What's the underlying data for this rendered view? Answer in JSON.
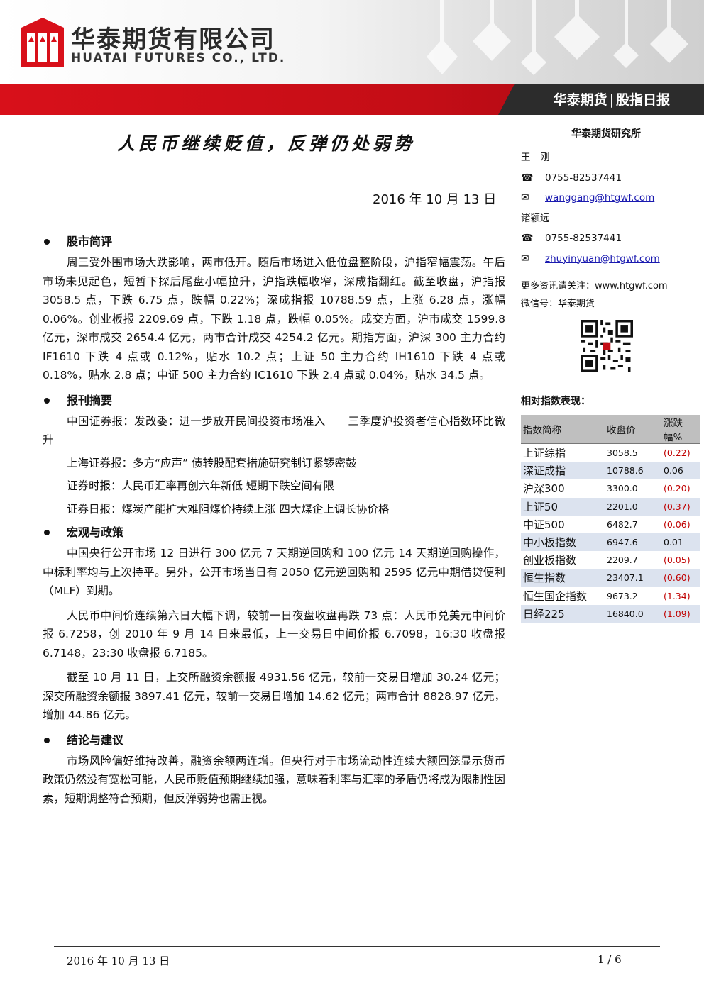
{
  "header": {
    "company_cn": "华泰期货有限公司",
    "company_en": "HUATAI FUTURES CO., LTD.",
    "brand": "华泰期货",
    "separator": "|",
    "report_type": "股指日报"
  },
  "title": "人民币继续贬值，反弹仍处弱势",
  "date": "2016 年 10 月 13 日",
  "sections": [
    {
      "heading": "股市简评",
      "paragraphs": [
        "周三受外围市场大跌影响，两市低开。随后市场进入低位盘整阶段，沪指窄幅震荡。午后市场未见起色，短暂下探后尾盘小幅拉升，沪指跌幅收窄，深成指翻红。截至收盘，沪指报 3058.5 点，下跌 6.75 点，跌幅 0.22%；深成指报 10788.59 点，上涨 6.28 点，涨幅 0.06%。创业板报 2209.69 点，下跌 1.18 点，跌幅 0.05%。成交方面，沪市成交 1599.8 亿元，深市成交 2654.4 亿元，两市合计成交 4254.2 亿元。期指方面，沪深 300 主力合约 IF1610 下跌 4 点或 0.12%，贴水 10.2 点；上证 50 主力合约 IH1610 下跌 4 点或 0.18%，贴水 2.8 点；中证 500 主力合约 IC1610 下跌 2.4 点或 0.04%，贴水 34.5 点。"
      ]
    },
    {
      "heading": "报刊摘要",
      "paragraphs": [
        "中国证券报：发改委：进一步放开民间投资市场准入　　三季度沪投资者信心指数环比微升",
        "上海证券报：多方“应声” 债转股配套措施研究制订紧锣密鼓",
        "证券时报：人民币汇率再创六年新低 短期下跌空间有限",
        "证券日报：煤炭产能扩大难阻煤价持续上涨 四大煤企上调长协价格"
      ]
    },
    {
      "heading": "宏观与政策",
      "paragraphs": [
        "中国央行公开市场 12 日进行 300 亿元 7 天期逆回购和 100 亿元 14 天期逆回购操作，中标利率均与上次持平。另外，公开市场当日有 2050 亿元逆回购和 2595 亿元中期借贷便利（MLF）到期。",
        "人民币中间价连续第六日大幅下调，较前一日夜盘收盘再跌 73 点：人民币兑美元中间价报 6.7258，创 2010 年 9 月 14 日来最低，上一交易日中间价报 6.7098，16:30 收盘报 6.7148，23:30 收盘报 6.7185。",
        "截至 10 月 11 日，上交所融资余额报 4931.56 亿元，较前一交易日增加 30.24 亿元；深交所融资余额报 3897.41 亿元，较前一交易日增加 14.62 亿元；两市合计 8828.97 亿元，增加 44.86 亿元。"
      ]
    },
    {
      "heading": "结论与建议",
      "paragraphs": [
        "市场风险偏好维持改善，融资余额两连增。但央行对于市场流动性连续大额回笼显示货币政策仍然没有宽松可能，人民币贬值预期继续加强，意味着利率与汇率的矛盾仍将成为限制性因素，短期调整符合预期，但反弹弱势也需正视。"
      ]
    }
  ],
  "sidebar": {
    "institute": "华泰期货研究所",
    "analysts": [
      {
        "name": "王　刚",
        "phone": "0755-82537441",
        "email": "wanggang@htgwf.com"
      },
      {
        "name": "诸颖远",
        "phone": "0755-82537441",
        "email": "zhuyinyuan@htgwf.com"
      }
    ],
    "phone_icon": "☎",
    "mail_icon": "✉",
    "follow_text": "更多资讯请关注：www.htgwf.com",
    "wechat_text": "微信号：华泰期货",
    "perf_heading": "相对指数表现：",
    "table_headers": [
      "指数简称",
      "收盘价",
      "涨跌幅%"
    ],
    "table_rows": [
      {
        "name": "上证综指",
        "close": "3058.5",
        "change": "(0.22)",
        "neg": true
      },
      {
        "name": "深证成指",
        "close": "10788.6",
        "change": "0.06",
        "neg": false
      },
      {
        "name": "沪深300",
        "close": "3300.0",
        "change": "(0.20)",
        "neg": true
      },
      {
        "name": "上证50",
        "close": "2201.0",
        "change": "(0.37)",
        "neg": true
      },
      {
        "name": "中证500",
        "close": "6482.7",
        "change": "(0.06)",
        "neg": true
      },
      {
        "name": "中小板指数",
        "close": "6947.6",
        "change": "0.01",
        "neg": false
      },
      {
        "name": "创业板指数",
        "close": "2209.7",
        "change": "(0.05)",
        "neg": true
      },
      {
        "name": "恒生指数",
        "close": "23407.1",
        "change": "(0.60)",
        "neg": true
      },
      {
        "name": "恒生国企指数",
        "close": "9673.2",
        "change": "(1.34)",
        "neg": true
      },
      {
        "name": "日经225",
        "close": "16840.0",
        "change": "(1.09)",
        "neg": true
      }
    ]
  },
  "footer": {
    "date": "2016 年 10 月 13 日",
    "page": "1 / 6"
  },
  "colors": {
    "brand_red": "#d8101a",
    "negative": "#c00000",
    "row_alt": "#dce3ef",
    "table_header": "#bfbfbf"
  }
}
